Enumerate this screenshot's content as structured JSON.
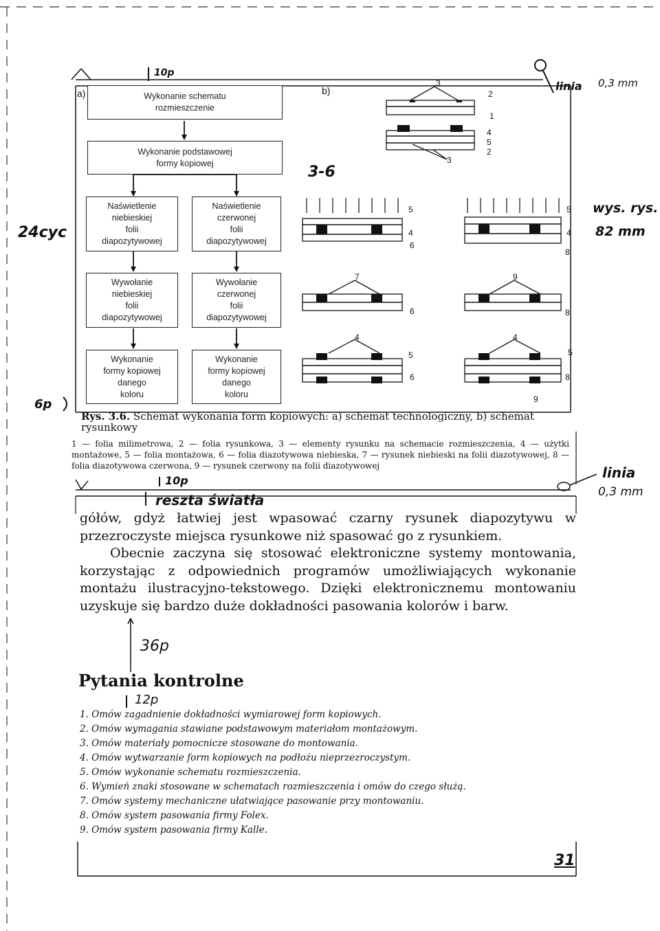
{
  "annotations": {
    "top_margin": "10p",
    "line_top_1": "linia",
    "line_top_2": "0,3 mm",
    "left_width": "24cyc",
    "height_1": "wys. rys.",
    "height_2": "82 mm",
    "ref": "3-6",
    "left_bottom": "6p",
    "line_right_1": "linia",
    "line_right_2": "0,3 mm",
    "gap_10p": "10p",
    "rest_light": "reszta światła",
    "gap_36p": "36p",
    "gap_12p": "12p",
    "page_number_hand": "31"
  },
  "figure": {
    "label_a": "a)",
    "label_b": "b)",
    "boxes": {
      "schemat": "Wykonanie schematu\nrozmieszczenie",
      "podstawowa": "Wykonanie podstawowej\nformy kopiowej",
      "nasw_nieb": "Naświetlenie\nniebieskiej\nfolii\ndiapozytywowej",
      "nasw_czer": "Naświetlenie\nczerwonej\nfolii\ndiapozytywowej",
      "wyw_nieb": "Wywołanie\nniebieskiej\nfolii\ndiapozytywowej",
      "wyw_czer": "Wywołanie\nczerwonej\nfolii\ndiapozytywowej",
      "forma_a": "Wykonanie\nformy kopiowej\ndanego\nkoloru",
      "forma_b": "Wykonanie\nformy kopiowej\ndanego\nkoloru"
    },
    "nums": [
      "1",
      "2",
      "3",
      "4",
      "5",
      "6",
      "7",
      "8",
      "9"
    ]
  },
  "caption": {
    "title_bold": "Rys. 3.6.",
    "title_text": "Schemat wykonania form kopiowych: a) schemat technologiczny, b) schemat rysunkowy",
    "legend": "1 — folia milimetrowa, 2 — folia rysunkowa, 3 — elementy rysunku na schemacie rozmieszczenia, 4 — użytki montażowe, 5 — folia montażowa, 6 — folia diazotywowa niebieska, 7 — rysunek niebieski na folii diazotywowej, 8 — folia diazotywowa czerwona, 9 — rysunek czerwony na folii diazotywowej"
  },
  "body": {
    "p1": "gółów, gdyż łatwiej jest wpasować czarny rysunek diapozytywu w przezroczyste miejsca rysunkowe niż spasować go z rysunkiem.",
    "p2": "Obecnie zaczyna się stosować elektroniczne systemy montowania, korzystając z odpowiednich programów umożliwiających wykonanie montażu ilustracyjno-tekstowego. Dzięki elektronicznemu montowaniu uzyskuje się bardzo duże dokładności pasowania kolorów i barw."
  },
  "section": {
    "title": "Pytania kontrolne",
    "questions": [
      "1. Omów zagadnienie dokładności wymiarowej form kopiowych.",
      "2. Omów wymagania stawiane podstawowym materiałom montażowym.",
      "3. Omów materiały pomocnicze stosowane do montowania.",
      "4. Omów wytwarzanie form kopiowych na podłożu nieprzezroczystym.",
      "5. Omów wykonanie schematu rozmieszczenia.",
      "6. Wymień znaki stosowane w schematach rozmieszczenia i omów do czego służą.",
      "7. Omów systemy mechaniczne ułatwiające pasowanie przy montowaniu.",
      "8. Omów system pasowania firmy Folex.",
      "9. Omów system pasowania firmy Kalle."
    ]
  }
}
